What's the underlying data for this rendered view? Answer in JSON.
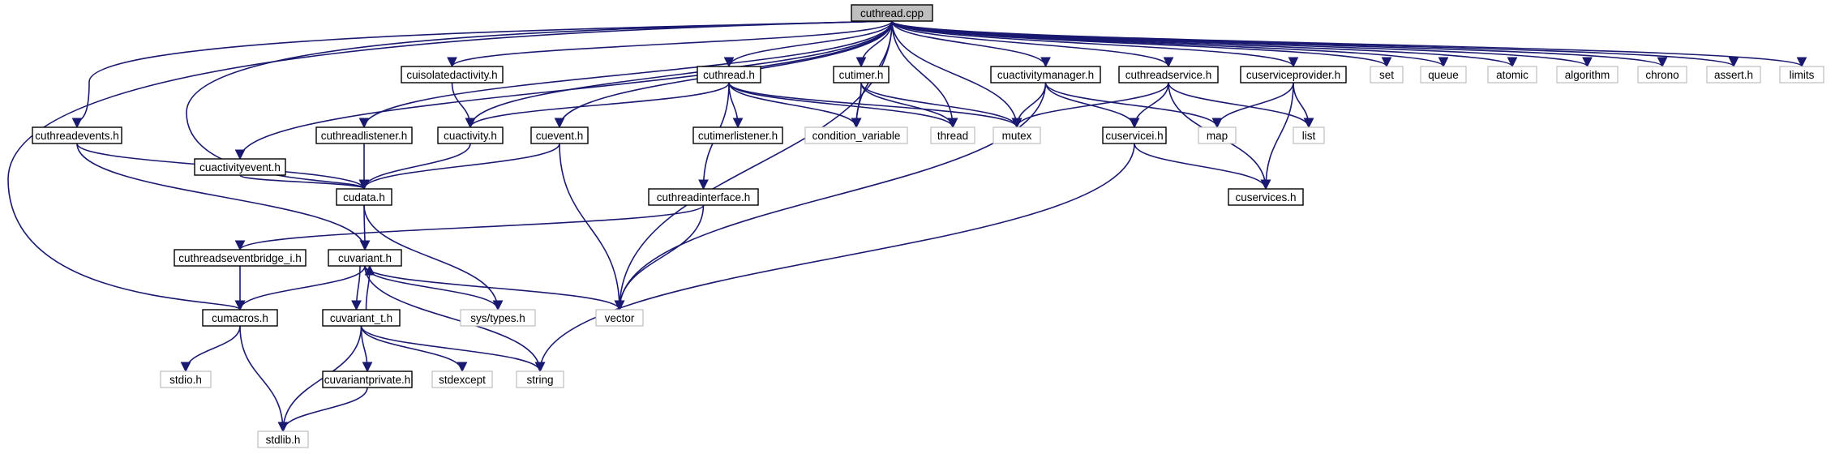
{
  "graph": {
    "root": "cuthread.cpp",
    "colors": {
      "edge": "#191970",
      "root_fill": "#bfbfbf",
      "external_border": "#bfbfbf",
      "project_border": "#000000"
    },
    "nodes": {
      "cuthread_cpp": "cuthread.cpp",
      "cuthreadevents_h": "cuthreadevents.h",
      "cuactivityevent_h": "cuactivityevent.h",
      "cuthreadlistener_h": "cuthreadlistener.h",
      "cuisolatedactivity_h": "cuisolatedactivity.h",
      "cuactivity_h": "cuactivity.h",
      "cuevent_h": "cuevent.h",
      "cudata_h": "cudata.h",
      "cuthread_h": "cuthread.h",
      "cutimer_h": "cutimer.h",
      "cutimerlistener_h": "cutimerlistener.h",
      "condition_variable": "condition_variable",
      "thread": "thread",
      "mutex": "mutex",
      "cuactivitymanager_h": "cuactivitymanager.h",
      "cuthreadservice_h": "cuthreadservice.h",
      "cuserviceprovider_h": "cuserviceprovider.h",
      "cuservicei_h": "cuservicei.h",
      "map": "map",
      "list": "list",
      "cuservices_h": "cuservices.h",
      "set": "set",
      "queue": "queue",
      "atomic": "atomic",
      "algorithm": "algorithm",
      "chrono": "chrono",
      "assert_h": "assert.h",
      "limits": "limits",
      "cuthreadinterface_h": "cuthreadinterface.h",
      "cuthreadseventbridge_i_h": "cuthreadseventbridge_i.h",
      "cuvariant_h": "cuvariant.h",
      "cumacros_h": "cumacros.h",
      "cuvariant_t_h": "cuvariant_t.h",
      "sys_types_h": "sys/types.h",
      "vector": "vector",
      "stdio_h": "stdio.h",
      "cuvariantprivate_h": "cuvariantprivate.h",
      "stdexcept": "stdexcept",
      "string": "string",
      "stdlib_h": "stdlib.h"
    },
    "edges": [
      [
        "cuthread_cpp",
        "cuthreadevents_h"
      ],
      [
        "cuthread_cpp",
        "cuactivityevent_h"
      ],
      [
        "cuthread_cpp",
        "cuthreadlistener_h"
      ],
      [
        "cuthread_cpp",
        "cuisolatedactivity_h"
      ],
      [
        "cuthread_cpp",
        "cuactivity_h"
      ],
      [
        "cuthread_cpp",
        "cuevent_h"
      ],
      [
        "cuthread_cpp",
        "cudata_h"
      ],
      [
        "cuthread_cpp",
        "cumacros_h"
      ],
      [
        "cuthread_cpp",
        "cuthread_h"
      ],
      [
        "cuthread_cpp",
        "cutimer_h"
      ],
      [
        "cuthread_cpp",
        "condition_variable"
      ],
      [
        "cuthread_cpp",
        "thread"
      ],
      [
        "cuthread_cpp",
        "mutex"
      ],
      [
        "cuthread_cpp",
        "cuactivitymanager_h"
      ],
      [
        "cuthread_cpp",
        "cuthreadservice_h"
      ],
      [
        "cuthread_cpp",
        "cuserviceprovider_h"
      ],
      [
        "cuthread_cpp",
        "set"
      ],
      [
        "cuthread_cpp",
        "queue"
      ],
      [
        "cuthread_cpp",
        "atomic"
      ],
      [
        "cuthread_cpp",
        "algorithm"
      ],
      [
        "cuthread_cpp",
        "chrono"
      ],
      [
        "cuthread_cpp",
        "assert_h"
      ],
      [
        "cuthread_cpp",
        "limits"
      ],
      [
        "cuthread_cpp",
        "vector"
      ],
      [
        "cuthreadevents_h",
        "cudata_h"
      ],
      [
        "cuthreadevents_h",
        "cuvariant_h"
      ],
      [
        "cuactivityevent_h",
        "cudata_h"
      ],
      [
        "cuthreadlistener_h",
        "cudata_h"
      ],
      [
        "cuisolatedactivity_h",
        "cuactivity_h"
      ],
      [
        "cuactivity_h",
        "cudata_h"
      ],
      [
        "cuevent_h",
        "cudata_h"
      ],
      [
        "cuevent_h",
        "vector"
      ],
      [
        "cudata_h",
        "cuvariant_h"
      ],
      [
        "cudata_h",
        "sys_types_h"
      ],
      [
        "cuthread_h",
        "cuactivity_h"
      ],
      [
        "cuthread_h",
        "cutimerlistener_h"
      ],
      [
        "cuthread_h",
        "condition_variable"
      ],
      [
        "cuthread_h",
        "thread"
      ],
      [
        "cuthread_h",
        "mutex"
      ],
      [
        "cuthread_h",
        "cuthreadinterface_h"
      ],
      [
        "cutimer_h",
        "condition_variable"
      ],
      [
        "cutimer_h",
        "thread"
      ],
      [
        "cutimer_h",
        "mutex"
      ],
      [
        "cuactivitymanager_h",
        "mutex"
      ],
      [
        "cuactivitymanager_h",
        "cuservicei_h"
      ],
      [
        "cuactivitymanager_h",
        "map"
      ],
      [
        "cuactivitymanager_h",
        "vector"
      ],
      [
        "cuthreadservice_h",
        "mutex"
      ],
      [
        "cuthreadservice_h",
        "cuservicei_h"
      ],
      [
        "cuthreadservice_h",
        "list"
      ],
      [
        "cuthreadservice_h",
        "cuservices_h"
      ],
      [
        "cuserviceprovider_h",
        "map"
      ],
      [
        "cuserviceprovider_h",
        "list"
      ],
      [
        "cuserviceprovider_h",
        "cuservices_h"
      ],
      [
        "cuservicei_h",
        "cuservices_h"
      ],
      [
        "cuservicei_h",
        "string"
      ],
      [
        "cuthreadinterface_h",
        "cuthreadseventbridge_i_h"
      ],
      [
        "cuthreadinterface_h",
        "vector"
      ],
      [
        "cuthreadseventbridge_i_h",
        "cumacros_h"
      ],
      [
        "cuvariant_h",
        "cumacros_h"
      ],
      [
        "cuvariant_h",
        "cuvariant_t_h"
      ],
      [
        "cuvariant_h",
        "sys_types_h"
      ],
      [
        "cuvariant_h",
        "vector"
      ],
      [
        "cuvariant_h",
        "string"
      ],
      [
        "cuvariant_t_h",
        "cuvariant_h"
      ],
      [
        "cuvariant_t_h",
        "cuvariantprivate_h"
      ],
      [
        "cuvariant_t_h",
        "stdexcept"
      ],
      [
        "cuvariant_t_h",
        "string"
      ],
      [
        "cuvariant_t_h",
        "stdlib_h"
      ],
      [
        "cumacros_h",
        "stdio_h"
      ],
      [
        "cumacros_h",
        "stdlib_h"
      ],
      [
        "cuvariantprivate_h",
        "stdlib_h"
      ]
    ]
  }
}
